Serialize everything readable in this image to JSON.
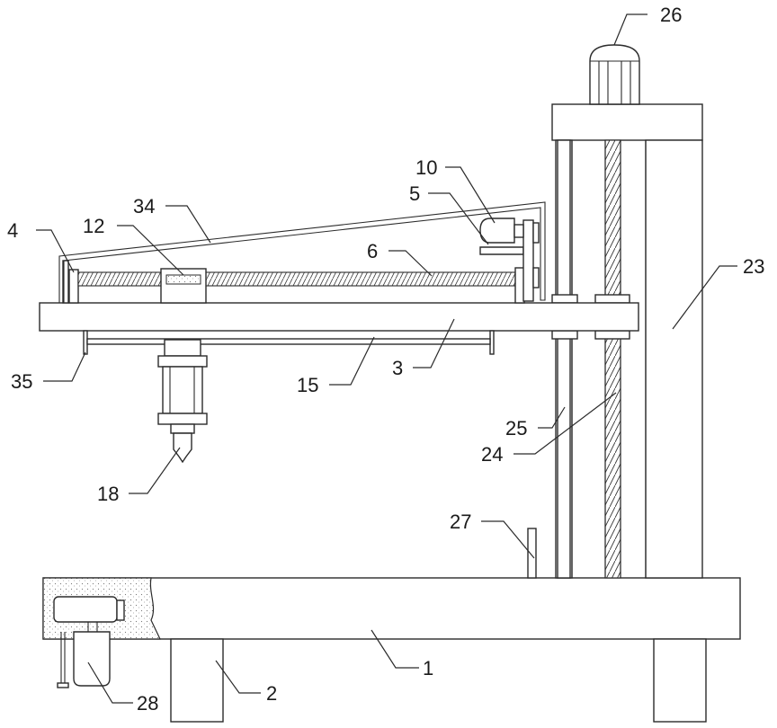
{
  "labels": {
    "l1": "1",
    "l2": "2",
    "l3": "3",
    "l4": "4",
    "l5": "5",
    "l6": "6",
    "l10": "10",
    "l12": "12",
    "l15": "15",
    "l18": "18",
    "l23": "23",
    "l24": "24",
    "l25": "25",
    "l26": "26",
    "l27": "27",
    "l28": "28",
    "l34": "34",
    "l35": "35"
  },
  "colors": {
    "line": "#2b2b2b",
    "background": "#ffffff"
  }
}
